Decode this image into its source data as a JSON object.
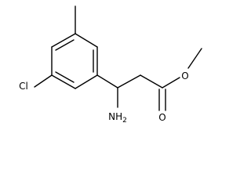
{
  "molecule": {
    "atoms": {
      "chloro": "Cl",
      "amino": "NH",
      "amino_subscript": "2",
      "carbonyl_oxygen": "O",
      "ester_oxygen": "O"
    },
    "colors": {
      "bond": "#000000",
      "label": "#000000",
      "background": "#ffffff"
    }
  }
}
